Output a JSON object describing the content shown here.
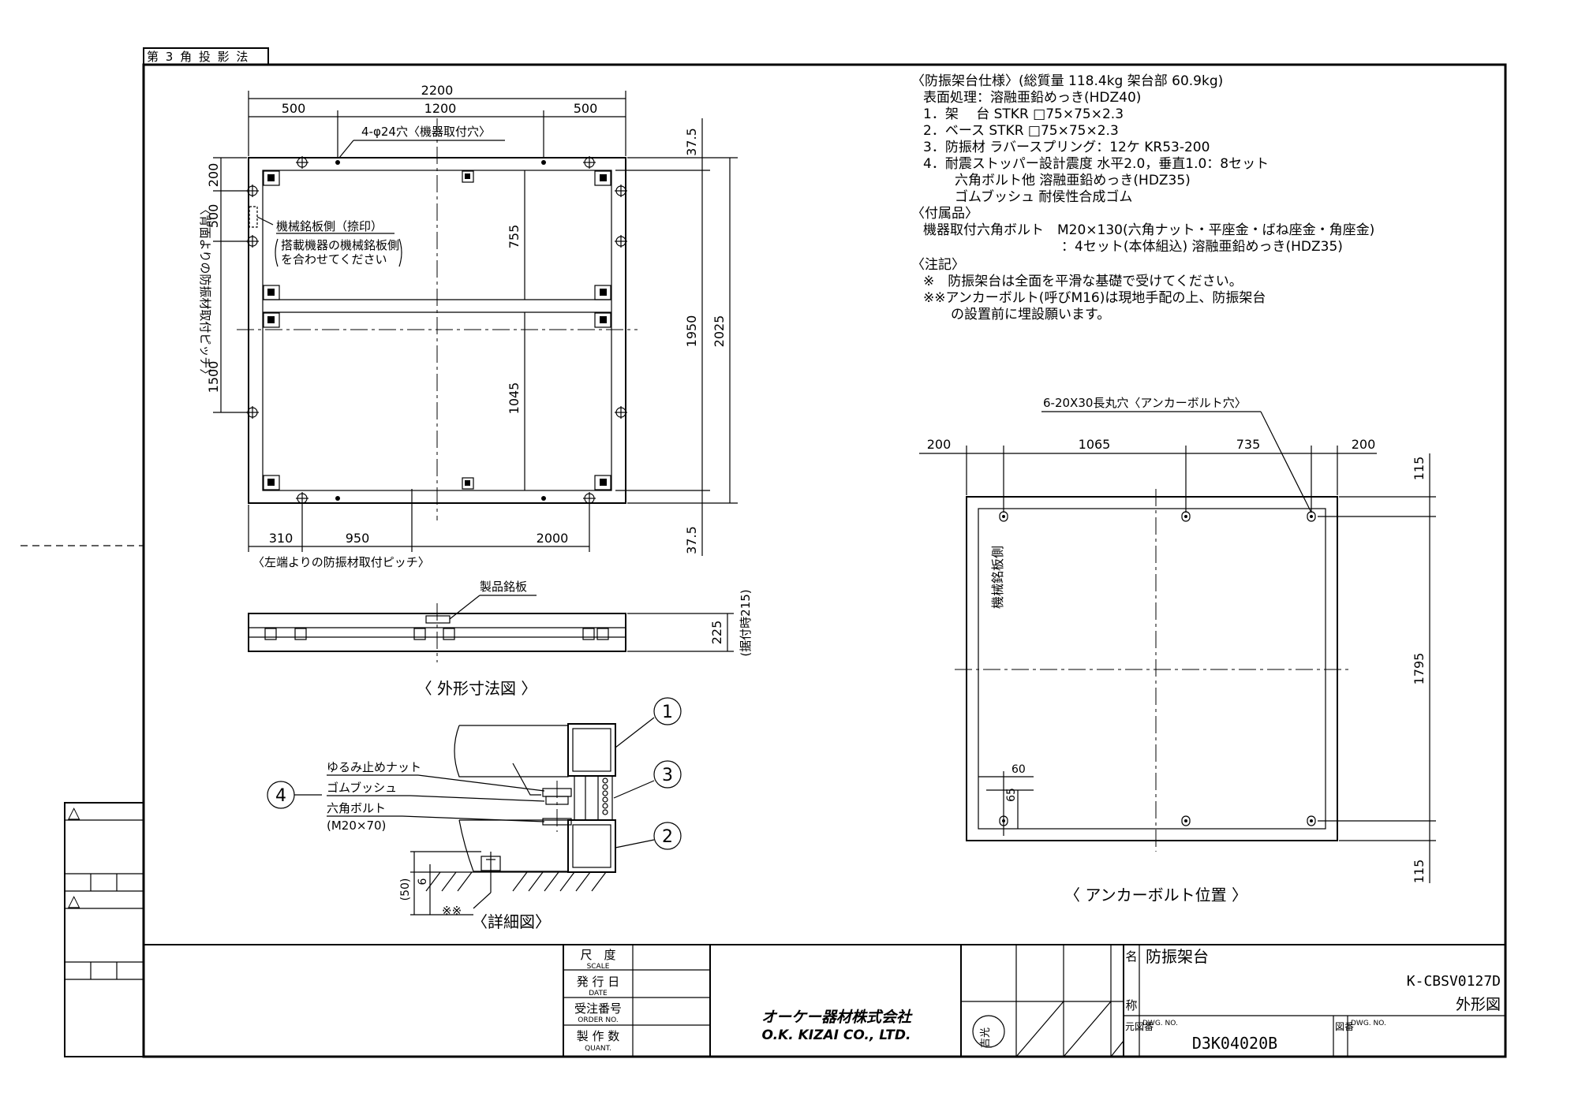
{
  "projection_label": "第 3 角 投 影 法",
  "outline_view": {
    "caption": "〈 外形寸法図 〉",
    "dims": {
      "total_width": "2200",
      "top_500_left": "500",
      "top_1200": "1200",
      "top_500_right": "500",
      "right_37_5_top": "37.5",
      "right_1950": "1950",
      "right_2025": "2025",
      "right_37_5_bottom": "37.5",
      "inner_755": "755",
      "inner_1045": "1045",
      "left_200": "200",
      "left_500": "500",
      "left_1500": "1500",
      "bottom_310": "310",
      "bottom_950": "950",
      "bottom_2000": "2000",
      "side_225": "225",
      "side_215": "(据付時215)"
    },
    "hole_note": "4-φ24穴〈機器取付穴〉",
    "nameplate_side": "機械銘板側（捺印）",
    "nameplate_note_1": "搭載機器の機械銘板側",
    "nameplate_note_2": "を合わせてください",
    "left_pitch_vertical": "〈背面よりの防振材取付ピッチ〉",
    "bottom_pitch": "〈左端よりの防振材取付ピッチ〉",
    "product_plate": "製品銘板"
  },
  "specs": {
    "line_1": "〈防振架台仕様〉(総質量 118.4kg 架台部 60.9kg)",
    "line_2": "表面処理：溶融亜鉛めっき(HDZ40)",
    "line_3": "1．架　 台 STKR □75×75×2.3",
    "line_4": "2．ベース STKR □75×75×2.3",
    "line_5": "3．防振材 ラバースプリング：12ケ KR53-200",
    "line_6": "4．耐震ストッパー設計震度 水平2.0，垂直1.0：8セット",
    "line_7": "六角ボルト他 溶融亜鉛めっき(HDZ35)",
    "line_8": "ゴムブッシュ 耐侯性合成ゴム",
    "acc_title": "〈付属品〉",
    "acc_1": "機器取付六角ボルト　M20×130(六角ナット・平座金・ばね座金・角座金)",
    "acc_2": "：4セット(本体組込) 溶融亜鉛めっき(HDZ35)",
    "note_title": "〈注記〉",
    "note_1": "※　防振架台は全面を平滑な基礎で受けてください。",
    "note_2": "※※アンカーボルト(呼びM16)は現地手配の上、防振架台",
    "note_3": "の設置前に埋設願います。"
  },
  "anchor_view": {
    "caption": "〈 アンカーボルト位置 〉",
    "hole_note": "6-20X30長丸穴〈アンカーボルト穴〉",
    "nameplate_side": "機械銘板側",
    "dims": {
      "d200_left": "200",
      "d1065": "1065",
      "d735": "735",
      "d200_right": "200",
      "d115_top": "115",
      "d1795": "1795",
      "d115_bottom": "115",
      "d60": "60",
      "d65": "65"
    }
  },
  "detail_view": {
    "caption": "〈詳細図〉",
    "label_4": "4",
    "label_1": "1",
    "label_2": "2",
    "label_3": "3",
    "part_lock_nut": "ゆるみ止めナット",
    "part_bush": "ゴムブッシュ",
    "part_bolt": "六角ボルト",
    "part_bolt_size": "(M20×70)",
    "dim_50": "(50)",
    "dim_6": "6",
    "anchor_mark": "※※"
  },
  "title_block": {
    "scale_jp": "尺　度",
    "scale_en": "SCALE",
    "date_jp": "発 行 日",
    "date_en": "DATE",
    "order_jp": "受注番号",
    "order_en": "ORDER NO.",
    "qty_jp": "製 作 数",
    "qty_en": "QUANT.",
    "company_jp": "オーケー器材株式会社",
    "company_en": "O.K. KIZAI CO., LTD.",
    "stamp": "吉光",
    "name_label_1": "名",
    "name_label_2": "称",
    "name": "防振架台",
    "model": "K-CBSV0127D",
    "drawing_type": "外形図",
    "orig_label": "元図番",
    "dwg_no_label": "DWG. NO.",
    "orig_dwg_no": "D3K04020B",
    "fig_label": "図番",
    "fig_dwg_no_label": "DWG. NO.",
    "rev_mark_1": "△",
    "rev_mark_2": "△"
  }
}
